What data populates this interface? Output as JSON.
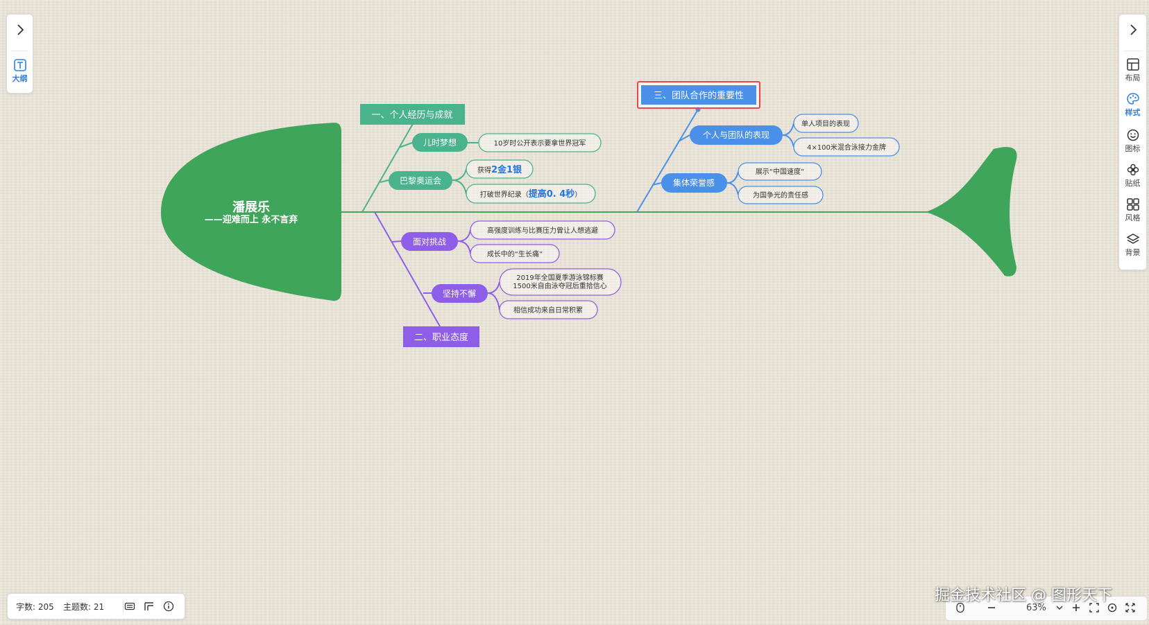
{
  "left_toolbar": {
    "outline_label": "大纲"
  },
  "right_toolbar": {
    "items": [
      {
        "label": "布局",
        "icon": "layout-icon"
      },
      {
        "label": "样式",
        "icon": "palette-icon"
      },
      {
        "label": "图标",
        "icon": "smiley-icon"
      },
      {
        "label": "贴纸",
        "icon": "flower-sticker-icon"
      },
      {
        "label": "风格",
        "icon": "grid-style-icon"
      },
      {
        "label": "背景",
        "icon": "layers-icon"
      }
    ]
  },
  "mindmap": {
    "root": {
      "title": "潘展乐",
      "subtitle": "——迎难而上 永不言弃"
    },
    "branch1": {
      "title": "一、个人经历与成就",
      "topics": [
        {
          "label": "儿时梦想",
          "items": [
            "10岁时公开表示要拿世界冠军"
          ]
        },
        {
          "label": "巴黎奥运会",
          "items": [
            {
              "prefix": "获得",
              "highlight": "2金1银"
            },
            {
              "prefix": "打破世界纪录（",
              "highlight": "提高0. 4秒",
              "suffix": "）"
            }
          ]
        }
      ]
    },
    "branch2": {
      "title": "二、职业态度",
      "topics": [
        {
          "label": "面对挑战",
          "items": [
            "高强度训练与比赛压力曾让人想逃避",
            "成长中的“生长痛”"
          ]
        },
        {
          "label": "坚持不懈",
          "items": [
            [
              "2019年全国夏季游泳锦标赛",
              "1500米自由泳夺冠后重拾信心"
            ],
            "相信成功来自日常积累"
          ]
        }
      ]
    },
    "branch3": {
      "title": "三、团队合作的重要性",
      "topics": [
        {
          "label": "个人与团队的表现",
          "items": [
            "单人项目的表现",
            "4×100米混合泳接力金牌"
          ]
        },
        {
          "label": "集体荣誉感",
          "items": [
            "展示“中国速度”",
            "为国争光的责任感"
          ]
        }
      ]
    },
    "colors": {
      "fish": "#3fa55a",
      "branch1": "#48b38c",
      "branch2": "#8f5ee8",
      "branch3": "#4a90e8",
      "selection": "#e8474d",
      "highlight_text": "#2277dd"
    }
  },
  "status_bar": {
    "word_count": "字数: 205",
    "topic_count": "主题数: 21"
  },
  "zoom_bar": {
    "zoom": "63%"
  },
  "watermark": "掘金技术社区 @ 图形天下"
}
